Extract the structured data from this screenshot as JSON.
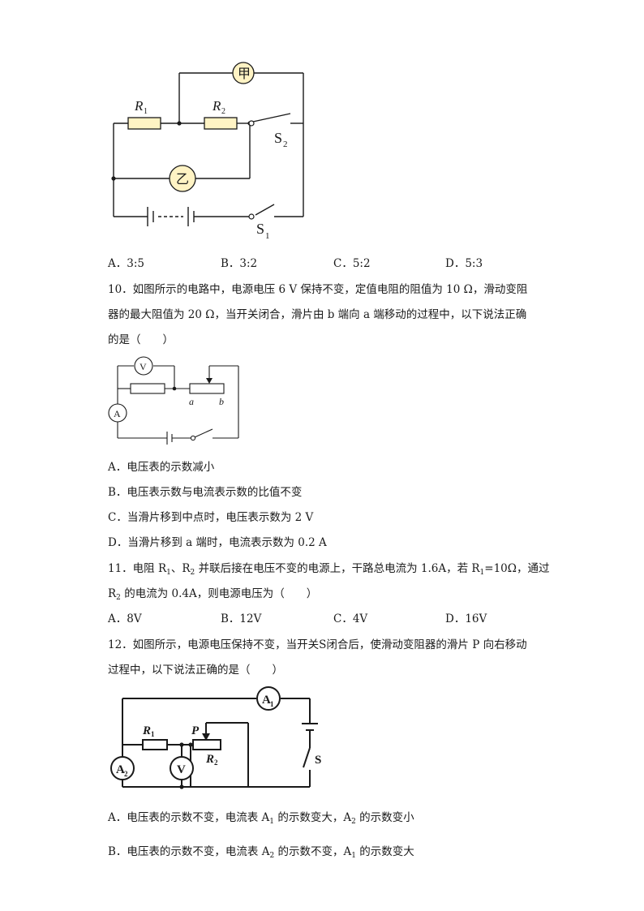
{
  "q9": {
    "diagram": {
      "meter_jia": "甲",
      "meter_yi": "乙",
      "r1": "R",
      "r1_sub": "1",
      "r2": "R",
      "r2_sub": "2",
      "s2": "S",
      "s2_sub": "2",
      "s1": "S",
      "s1_sub": "1"
    },
    "options": [
      "A．3:5",
      "B．3:2",
      "C．5:2",
      "D．5:3"
    ]
  },
  "q10": {
    "lines": [
      "10．如图所示的电路中，电源电压 6 V 保持不变，定值电阻的阻值为 10 Ω，滑动变阻",
      "器的最大阻值为 20 Ω，当开关闭合，滑片由 b 端向 a 端移动的过程中，以下说法正确",
      "的是（　　）"
    ],
    "diagram": {
      "voltmeter": "V",
      "ammeter": "A",
      "end_a": "a",
      "end_b": "b"
    },
    "options": [
      "A．电压表的示数减小",
      "B．电压表示数与电流表示数的比值不变",
      "C．当滑片移到中点时，电压表示数为 2 V",
      "D．当滑片移到 a 端时，电流表示数为 0.2 A"
    ]
  },
  "q11": {
    "line1_a": "11．电阻 R",
    "line1_sub1": "1",
    "line1_b": "、R",
    "line1_sub2": "2",
    "line1_c": " 并联后接在电压不变的电源上，干路总电流为 1.6A，若 R",
    "line1_sub3": "1",
    "line1_d": "=10Ω，通过",
    "line2_a": "R",
    "line2_sub": "2",
    "line2_b": " 的电流为 0.4A，则电源电压为（　　）",
    "options": [
      "A．8V",
      "B．12V",
      "C．4V",
      "D．16V"
    ]
  },
  "q12": {
    "lines": [
      "12．如图所示，电源电压保持不变，当开关S闭合后，使滑动变阻器的滑片 P 向右移动",
      "过程中，以下说法正确的是（　　）"
    ],
    "diagram": {
      "a1": "A",
      "a1_sub": "1",
      "a2": "A",
      "a2_sub": "2",
      "v": "V",
      "r1": "R",
      "r1_sub": "1",
      "r2": "R",
      "r2_sub": "2",
      "p": "P",
      "s": "S"
    },
    "optA_a": "A．电压表的示数不变，电流表 A",
    "optA_sub1": "1",
    "optA_b": " 的示数变大，A",
    "optA_sub2": "2",
    "optA_c": " 的示数变小",
    "optB_a": "B．电压表的示数不变，电流表 A",
    "optB_sub1": "2",
    "optB_b": " 的示数不变，A",
    "optB_sub2": "1",
    "optB_c": " 的示数变大"
  }
}
